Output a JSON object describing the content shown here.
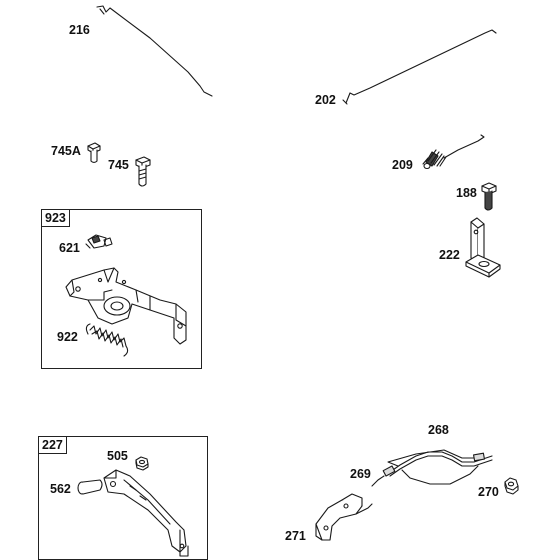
{
  "labels": {
    "p216": "216",
    "p202": "202",
    "p745A": "745A",
    "p745": "745",
    "p209": "209",
    "p188": "188",
    "p923": "923",
    "p621": "621",
    "p922": "922",
    "p222": "222",
    "p227": "227",
    "p505": "505",
    "p562": "562",
    "p268": "268",
    "p269": "269",
    "p270": "270",
    "p271": "271"
  },
  "parts": [
    {
      "number": "216",
      "icon": "governor-link-rod"
    },
    {
      "number": "202",
      "icon": "throttle-link-rod"
    },
    {
      "number": "745A",
      "icon": "short-bolt"
    },
    {
      "number": "745",
      "icon": "bolt"
    },
    {
      "number": "209",
      "icon": "governor-spring"
    },
    {
      "number": "188",
      "icon": "screw"
    },
    {
      "number": "923",
      "icon": "kit-box"
    },
    {
      "number": "621",
      "icon": "small-clip"
    },
    {
      "number": "922",
      "icon": "extension-spring"
    },
    {
      "number": "222",
      "icon": "mounting-bracket"
    },
    {
      "number": "227",
      "icon": "kit-box"
    },
    {
      "number": "505",
      "icon": "hex-nut"
    },
    {
      "number": "562",
      "icon": "pin-bolt"
    },
    {
      "number": "268",
      "icon": "control-cable"
    },
    {
      "number": "269",
      "icon": "cable-end"
    },
    {
      "number": "270",
      "icon": "hex-nut"
    },
    {
      "number": "271",
      "icon": "cable-clamp-bracket"
    }
  ]
}
